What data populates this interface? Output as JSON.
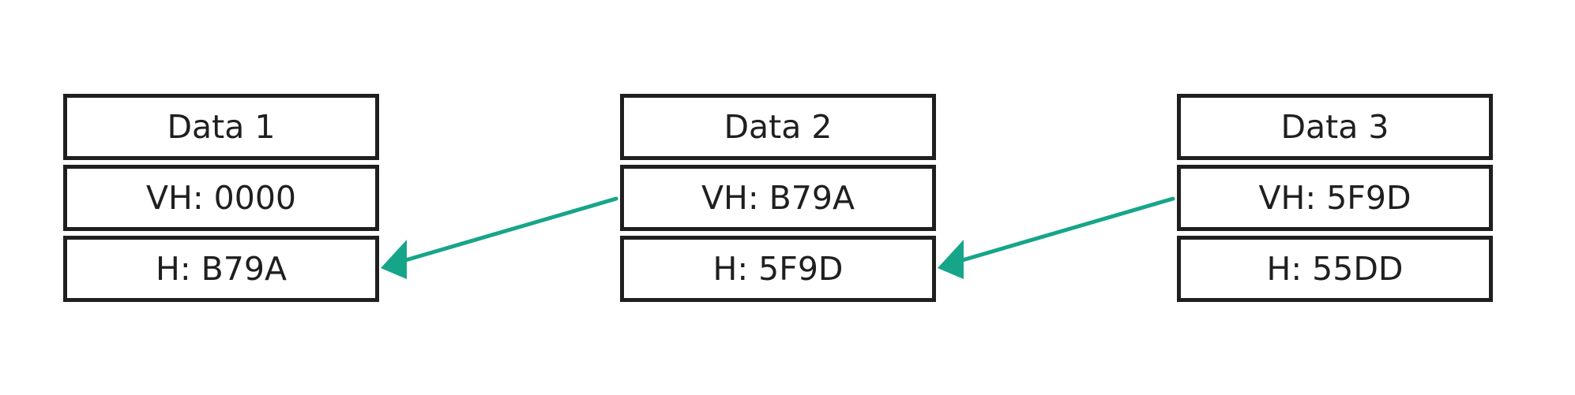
{
  "diagram": {
    "arrow_color": "#17a589",
    "border_color": "#1f1f1f",
    "blocks": [
      {
        "title": "Data 1",
        "vh": "VH: 0000",
        "h": "H: B79A"
      },
      {
        "title": "Data 2",
        "vh": "VH: B79A",
        "h": "H: 5F9D"
      },
      {
        "title": "Data 3",
        "vh": "VH: 5F9D",
        "h": "H: 55DD"
      }
    ],
    "links": [
      {
        "from": "Data 2",
        "to": "Data 1"
      },
      {
        "from": "Data 3",
        "to": "Data 2"
      }
    ]
  }
}
